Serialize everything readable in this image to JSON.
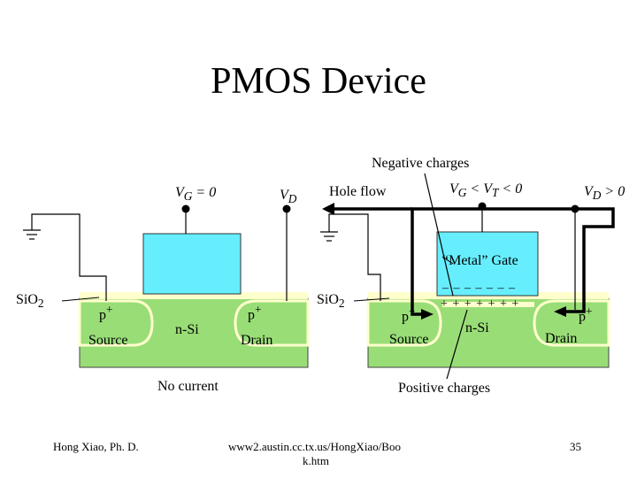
{
  "slide": {
    "title": "PMOS Device",
    "footer_author": "Hong Xiao, Ph. D.",
    "footer_url_line1": "www2.austin.cc.tx.us/HongXiao/Boo",
    "footer_url_line2": "k.htm",
    "page_number": "35"
  },
  "left_device": {
    "oxide_label": "Si",
    "oxide_sub": "O",
    "oxide_sub2": "2",
    "gate_label": "V",
    "gate_sub": "G",
    "gate_value": " = 0",
    "drain_label": "V",
    "drain_sub": "D",
    "source_doping": "p",
    "source_sup": "+",
    "source_text": "Source",
    "substrate_text": "n-Si",
    "drain_doping": "p",
    "drain_sup": "+",
    "drain_text": "Drain",
    "status_text": "No current"
  },
  "right_device": {
    "negative_charges": "Negative charges",
    "hole_flow": "Hole flow",
    "gate_label": "V",
    "gate_sub": "G",
    "gate_mid": " < V",
    "gate_sub2": "T",
    "gate_value": " < 0",
    "drain_label": "V",
    "drain_sub": "D",
    "drain_value": " > 0",
    "metal_gate": "“Metal” Gate",
    "oxide_label": "Si",
    "oxide_sub": "O",
    "oxide_sub2": "2",
    "minus_row": "– – – – – – –",
    "plus_row": "+ + + + + + +",
    "source_doping": "p",
    "source_sup": "+",
    "source_text": "Source",
    "substrate_text": "n-Si",
    "drain_doping": "p",
    "drain_sup": "+",
    "drain_text": "Drain",
    "positive_charges": "Positive  charges"
  },
  "colors": {
    "substrate": "#99dd77",
    "gate": "#66eeff",
    "oxide": "#ffffcc",
    "wire": "#000000"
  }
}
